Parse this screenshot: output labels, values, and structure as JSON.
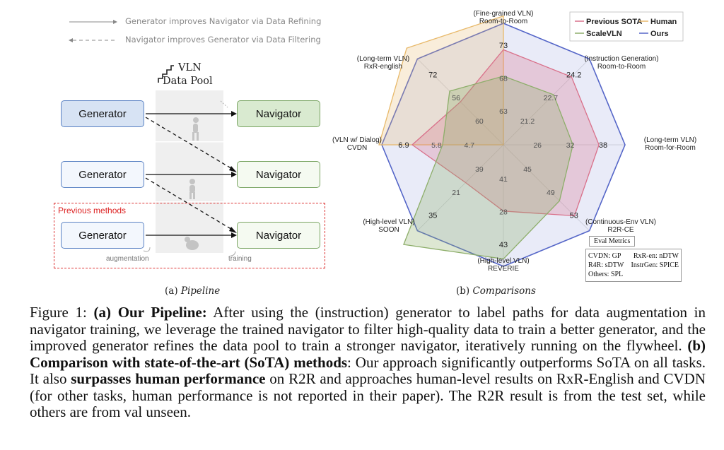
{
  "pipeline": {
    "legend": [
      {
        "text": "Generator improves Navigator via Data Refining"
      },
      {
        "text": "Navigator improves Generator via Data Filtering"
      }
    ],
    "pool_line1": "VLN",
    "pool_line2": "Data Pool",
    "generator_label": "Generator",
    "navigator_label": "Navigator",
    "previous_methods": "Previous methods",
    "augmentation": "augmentation",
    "training": "training",
    "subcaption_prefix": "(a) ",
    "subcaption_name": "Pipeline"
  },
  "comparison": {
    "subcaption_prefix": "(b) ",
    "subcaption_name": "Comparisons",
    "eval_title": "Eval Metrics",
    "eval_rows": [
      [
        "CVDN: GP",
        "RxR-en: nDTW"
      ],
      [
        "R4R: sDTW",
        "InstrGen: SPICE"
      ],
      [
        "Others: SPL",
        ""
      ]
    ]
  },
  "chart_data": {
    "type": "radar",
    "axes": [
      {
        "line1": "(Fine-grained VLN)",
        "line2": "Room-to-Room"
      },
      {
        "line1": "(Instruction Generation)",
        "line2": "Room-to-Room"
      },
      {
        "line1": "(Long-term VLN)",
        "line2": "Room-for-Room"
      },
      {
        "line1": "(Continuous-Env VLN)",
        "line2": "R2R-CE"
      },
      {
        "line1": "(High-level VLN)",
        "line2": "REVERIE"
      },
      {
        "line1": "(High-level VLN)",
        "line2": "SOON"
      },
      {
        "line1": "(VLN w/ Dialog)",
        "line2": "CVDN"
      },
      {
        "line1": "(Long-term VLN)",
        "line2": "RxR-english"
      }
    ],
    "series": [
      {
        "name": "Previous SOTA",
        "color": "#d9708a",
        "values": [
          68,
          22.7,
          32,
          49,
          28,
          21,
          5.8,
          56
        ]
      },
      {
        "name": "Human",
        "color": "#e8b96a",
        "values": [
          null,
          null,
          null,
          null,
          null,
          null,
          7.0,
          76
        ]
      },
      {
        "name": "ScaleVLN",
        "color": "#8dae6a",
        "values": [
          63,
          21.2,
          26,
          45,
          41,
          39,
          4.7,
          60
        ]
      },
      {
        "name": "Ours",
        "color": "#5566c8",
        "values": [
          73,
          24.2,
          38,
          53,
          43,
          35,
          6.9,
          72
        ]
      }
    ],
    "value_labels": {
      "ours": [
        "73",
        "24.2",
        "38",
        "53",
        "43",
        "35",
        "6.9",
        "72"
      ],
      "prev": [
        "68",
        "22.7",
        "32",
        "49",
        "28",
        "21",
        "5.8",
        "56"
      ],
      "scale": [
        "63",
        "21.2",
        "26",
        "45",
        "41",
        "39",
        "4.7",
        "60"
      ]
    },
    "legend_position": "top-right"
  },
  "caption": {
    "fig": "Figure 1: ",
    "a_bold": "(a) Our Pipeline:",
    "a_text": " After using the (instruction) generator to label paths for data augmentation in navigator training, we leverage the trained navigator to filter high-quality data to train a better generator, and the improved generator refines the data pool to train a stronger navigator, iteratively running on the flywheel. ",
    "b_bold": "(b) Comparison with state-of-the-art (SoTA) methods",
    "b_text1": ": Our approach significantly outperforms SoTA on all tasks. It also ",
    "b_bold2": "surpasses human performance",
    "b_text2": " on R2R and approaches human-level results on RxR-English and CVDN (for other tasks, human performance is not reported in their paper). The R2R result is from the test set, while others are from val unseen."
  }
}
